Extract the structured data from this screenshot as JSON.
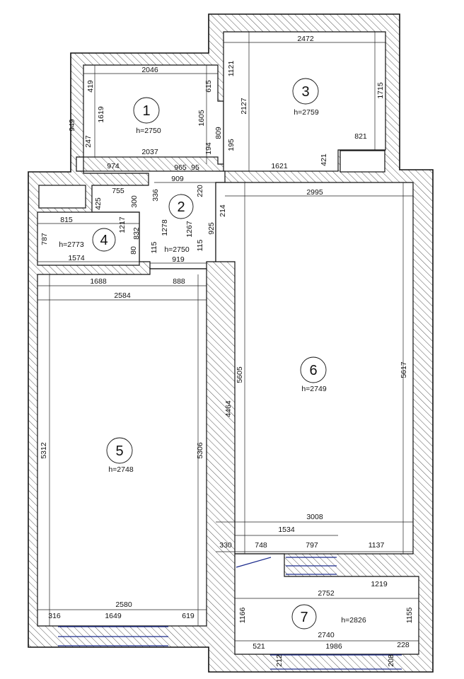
{
  "rooms": [
    {
      "number": "1",
      "height": "h=2750"
    },
    {
      "number": "2",
      "height": "h=2750"
    },
    {
      "number": "3",
      "height": "h=2759"
    },
    {
      "number": "4",
      "height": "h=2773"
    },
    {
      "number": "5",
      "height": "h=2748"
    },
    {
      "number": "6",
      "height": "h=2749"
    },
    {
      "number": "7",
      "height": "h=2826"
    }
  ],
  "dims": {
    "r1": {
      "top": "2046",
      "bottom": "2037",
      "left_upper": "419",
      "left_mid": "1619",
      "left_lower": "247",
      "outer_left": "949",
      "right_upper": "615",
      "right_mid": "1605",
      "right_lower": "809",
      "small": "194"
    },
    "r3": {
      "top": "2472",
      "left_upper": "1121",
      "left_mid": "2127",
      "left_lower": "195",
      "right": "1715",
      "step": "821",
      "step_v": "421",
      "bottom": "1621"
    },
    "r2": {
      "top_a": "974",
      "top_b": "965",
      "top_c": "909",
      "top_d": "95",
      "v336": "336",
      "v220": "220",
      "v214": "214",
      "v1278": "1278",
      "v1267": "1267",
      "v925": "925",
      "v115a": "115",
      "v115b": "115",
      "bottom": "919"
    },
    "r4": {
      "top": "755",
      "v425": "425",
      "v300": "300",
      "inner": "815",
      "v787": "787",
      "v1217": "1217",
      "v832": "832",
      "v80": "80",
      "bottom": "1574"
    },
    "r5": {
      "top_a": "1688",
      "top_b": "888",
      "top": "2584",
      "left": "5312",
      "right": "5306",
      "bottom": "2580",
      "b316": "316",
      "b1649": "1649",
      "b619": "619"
    },
    "r6": {
      "top": "2995",
      "left_a": "5605",
      "left_b": "4464",
      "right": "5617",
      "bottom": "3008"
    },
    "r7": {
      "w1534": "1534",
      "w330": "330",
      "w748": "748",
      "w797": "797",
      "w1137": "1137",
      "w1219": "1219",
      "w2752": "2752",
      "v1166": "1166",
      "v1155": "1155",
      "w2740": "2740",
      "b521": "521",
      "b1986": "1986",
      "b228": "228",
      "v212": "212",
      "v208": "208"
    }
  },
  "colors": {
    "walls": "#111111",
    "windows": "#1a2a8c",
    "background": "#ffffff"
  }
}
